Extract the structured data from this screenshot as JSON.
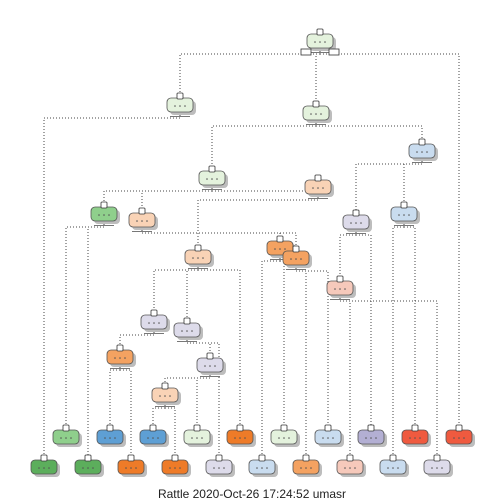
{
  "caption": "Rattle 2020-Oct-26 17:24:52 umasr",
  "colors": {
    "green_light": "#e4f2dd",
    "green": "#8fcf8c",
    "green_dark": "#5cae5c",
    "blue": "#5e9fd4",
    "blue_light": "#c9dcef",
    "orange": "#f4a261",
    "orange_dark": "#ee7b28",
    "peach": "#f9d3b6",
    "pink": "#f6c9bb",
    "lavender": "#dddbea",
    "purple": "#b3afd3",
    "red": "#ef5a3f"
  },
  "tree": {
    "nodes": [
      {
        "id": "root",
        "color": "green_light"
      },
      {
        "id": "n2",
        "color": "green_light",
        "parent": "root"
      },
      {
        "id": "n3",
        "color": "green_light",
        "parent": "root"
      },
      {
        "id": "n4",
        "color": "green_light",
        "parent": "n3"
      },
      {
        "id": "n5",
        "color": "blue_light",
        "parent": "n3"
      },
      {
        "id": "n6",
        "color": "green",
        "parent": "n4"
      },
      {
        "id": "n7",
        "color": "peach",
        "parent": "n4"
      },
      {
        "id": "n8",
        "color": "peach",
        "parent": "n4"
      },
      {
        "id": "n9",
        "color": "lavender",
        "parent": "n5"
      },
      {
        "id": "n10",
        "color": "blue_light",
        "parent": "n5"
      },
      {
        "id": "n11",
        "color": "orange",
        "parent": "n7"
      },
      {
        "id": "n12",
        "color": "orange",
        "parent": "n7"
      },
      {
        "id": "n13",
        "color": "peach",
        "parent": "n8"
      },
      {
        "id": "n14",
        "color": "pink",
        "parent": "n9"
      },
      {
        "id": "n15",
        "color": "lavender",
        "parent": "n13"
      },
      {
        "id": "n16",
        "color": "lavender",
        "parent": "n13"
      },
      {
        "id": "n17",
        "color": "orange",
        "parent": "n15"
      },
      {
        "id": "n18",
        "color": "lavender",
        "parent": "n16"
      },
      {
        "id": "n19",
        "color": "peach",
        "parent": "n18"
      }
    ],
    "leaves_top": [
      {
        "id": "L1",
        "color": "green",
        "parent": "n6"
      },
      {
        "id": "L2",
        "color": "blue",
        "parent": "n17"
      },
      {
        "id": "L3",
        "color": "blue",
        "parent": "n19"
      },
      {
        "id": "L4",
        "color": "green_light",
        "parent": "n18"
      },
      {
        "id": "L5",
        "color": "orange_dark",
        "parent": "n13"
      },
      {
        "id": "L6",
        "color": "green_light",
        "parent": "n11"
      },
      {
        "id": "L7",
        "color": "blue_light",
        "parent": "n12"
      },
      {
        "id": "L8",
        "color": "purple",
        "parent": "n9"
      },
      {
        "id": "L9",
        "color": "red",
        "parent": "n10"
      },
      {
        "id": "L10",
        "color": "red",
        "parent": "root"
      }
    ],
    "leaves_bottom": [
      {
        "id": "B1",
        "color": "green_dark",
        "parent": "n2"
      },
      {
        "id": "B2",
        "color": "green_dark",
        "parent": "n6"
      },
      {
        "id": "B3",
        "color": "orange_dark",
        "parent": "n17"
      },
      {
        "id": "B4",
        "color": "orange_dark",
        "parent": "n19"
      },
      {
        "id": "B5",
        "color": "lavender",
        "parent": "n16"
      },
      {
        "id": "B6",
        "color": "blue_light",
        "parent": "n11"
      },
      {
        "id": "B7",
        "color": "orange",
        "parent": "n12"
      },
      {
        "id": "B8",
        "color": "pink",
        "parent": "n14"
      },
      {
        "id": "B9",
        "color": "blue_light",
        "parent": "n10"
      },
      {
        "id": "B10",
        "color": "lavender",
        "parent": "n14"
      }
    ]
  }
}
